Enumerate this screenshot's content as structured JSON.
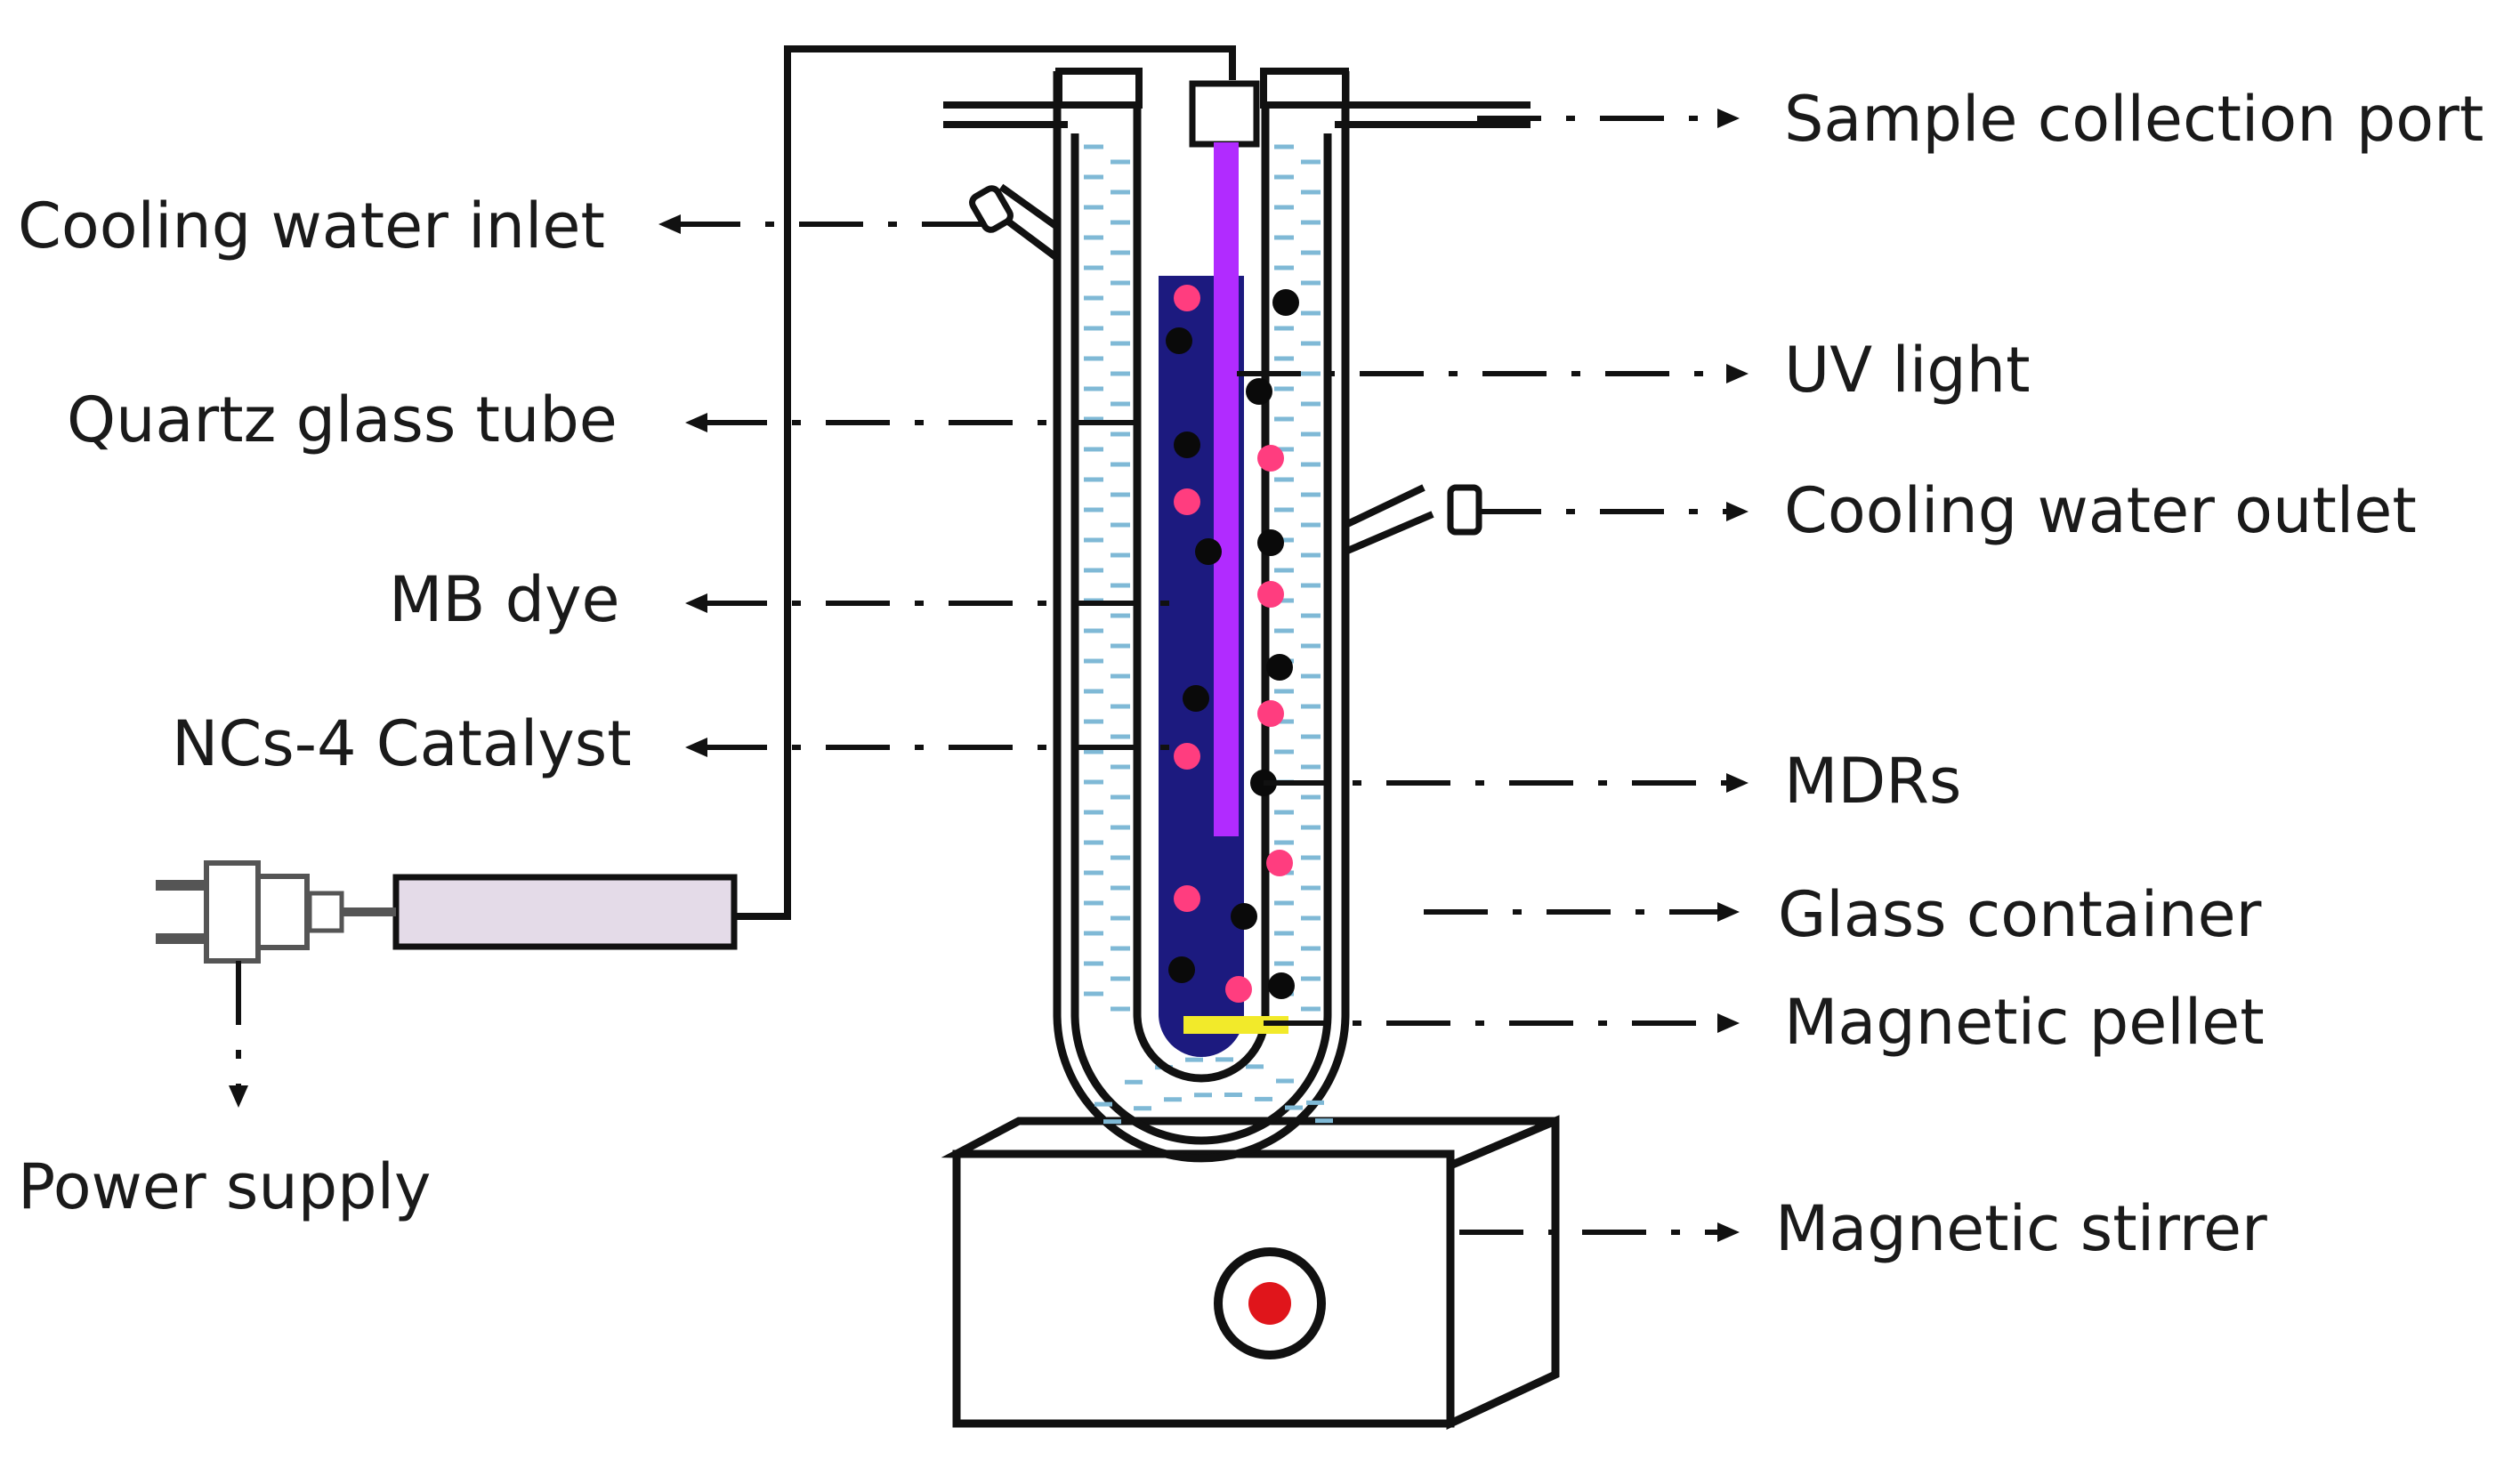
{
  "labels": {
    "sample_collection_port": "Sample collection port",
    "cooling_water_inlet": "Cooling water inlet",
    "uv_light": "UV light",
    "quartz_glass_tube": "Quartz glass tube",
    "cooling_water_outlet": "Cooling water outlet",
    "mb_dye": "MB dye",
    "ncs4_catalyst": "NCs-4 Catalyst",
    "mdrs": "MDRs",
    "glass_container": "Glass container",
    "magnetic_pellet": "Magnetic pellet",
    "power_supply": "Power supply",
    "magnetic_stirrer": "Magnetic stirrer"
  },
  "colors": {
    "solution": "#1c1a7f",
    "uv_lamp": "#b12bff",
    "catalyst_dot": "#ff3d7f",
    "mdr_dot": "#0a0a0a",
    "pellet": "#f2ea2a",
    "cooling_water": "#7fb9d6",
    "power_box": "#e4dbe8",
    "stirrer_knob": "#e0151b"
  }
}
